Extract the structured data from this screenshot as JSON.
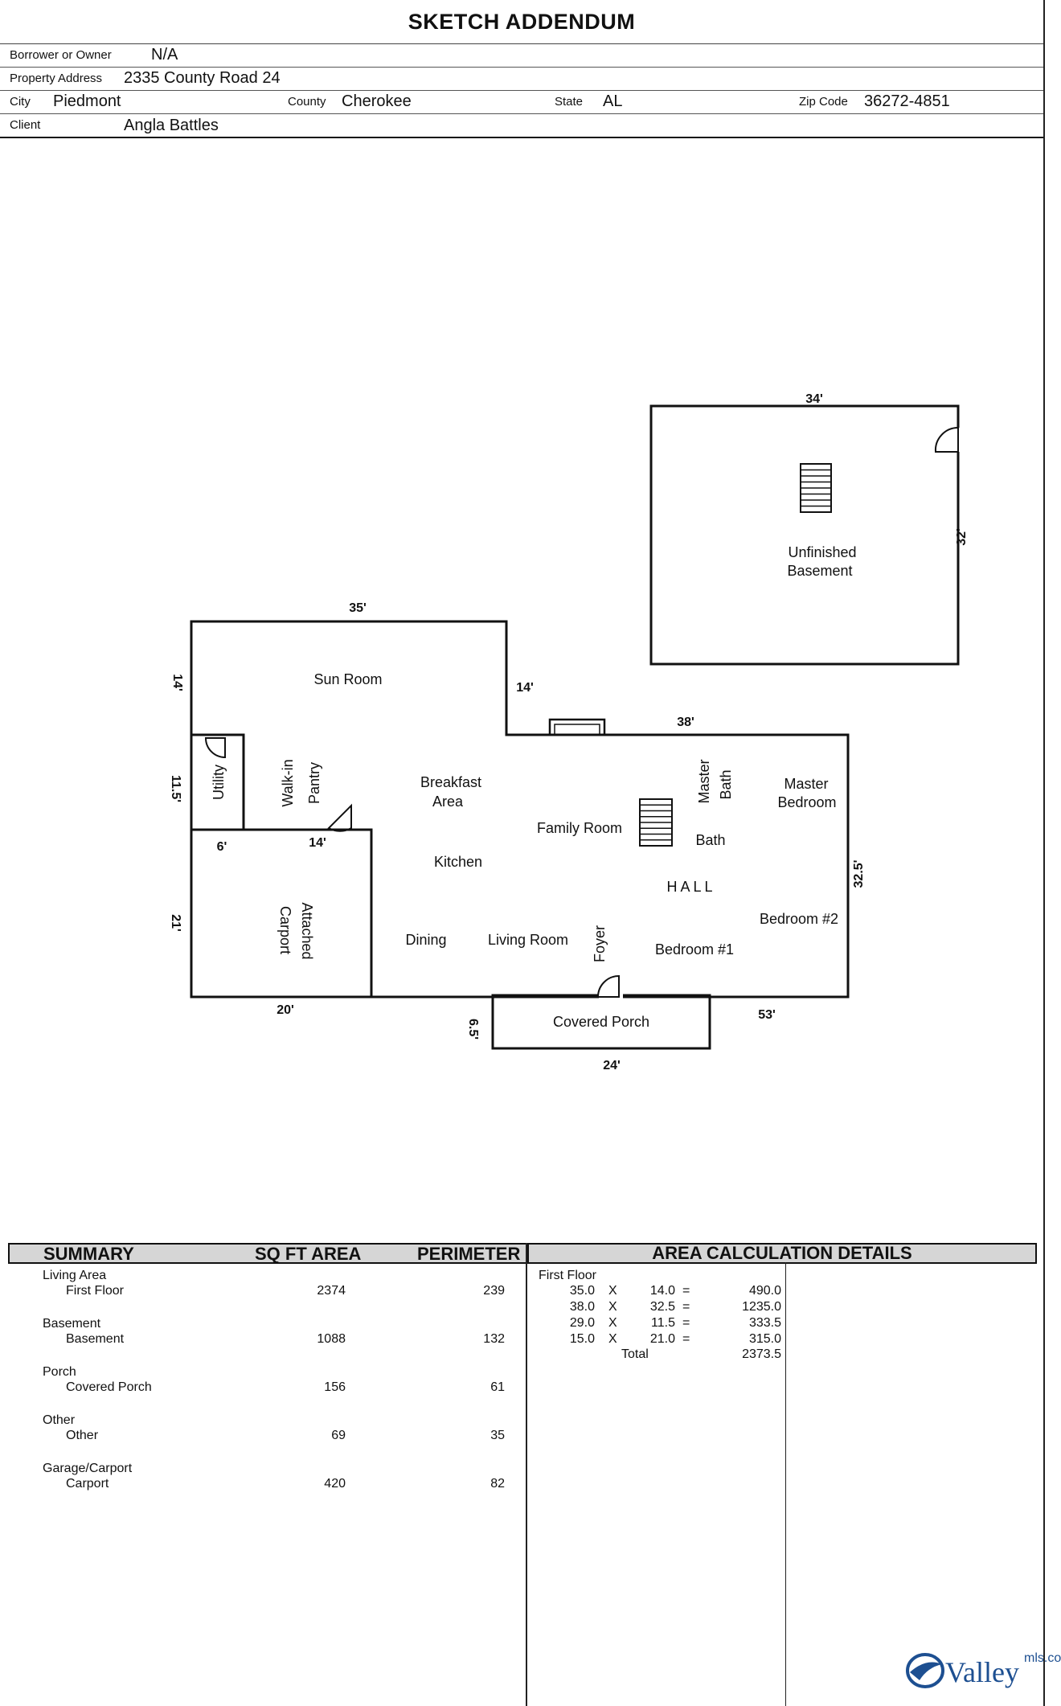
{
  "header": {
    "title": "SKETCH ADDENDUM",
    "borrower_label": "Borrower or Owner",
    "borrower": "N/A",
    "property_address_label": "Property Address",
    "property_address": "2335 County Road 24",
    "city_label": "City",
    "city": "Piedmont",
    "county_label": "County",
    "county": "Cherokee",
    "state_label": "State",
    "state": "AL",
    "zip_label": "Zip Code",
    "zip": "36272-4851",
    "client_label": "Client",
    "client": "Angla Battles"
  },
  "sketch": {
    "rooms": {
      "unfinished": "Unfinished",
      "basement": "Basement",
      "sun_room": "Sun Room",
      "utility": "Utility",
      "walk_in": "Walk-in",
      "pantry": "Pantry",
      "breakfast": "Breakfast",
      "area": "Area",
      "family_room": "Family Room",
      "master_bath_1": "Master",
      "master_bath_2": "Bath",
      "master_bed_1": "Master",
      "master_bed_2": "Bedroom",
      "bath": "Bath",
      "kitchen": "Kitchen",
      "hall": "HALL",
      "attached": "Attached",
      "carport": "Carport",
      "bedroom2": "Bedroom #2",
      "dining": "Dining",
      "living_room": "Living Room",
      "foyer": "Foyer",
      "bedroom1": "Bedroom #1",
      "covered_porch": "Covered Porch"
    },
    "dims": {
      "d34": "34'",
      "d32": "32'",
      "d35": "35'",
      "d14a": "14'",
      "d14b": "14'",
      "d38": "38'",
      "d11_5": "11.5'",
      "d6": "6'",
      "d14c": "14'",
      "d32_5": "32.5'",
      "d21": "21'",
      "d20": "20'",
      "d6_5": "6.5'",
      "d53": "53'",
      "d24": "24'"
    }
  },
  "summary": {
    "headers": {
      "summary": "SUMMARY",
      "area": "SQ FT AREA",
      "perimeter": "PERIMETER",
      "details": "AREA CALCULATION DETAILS"
    },
    "groups": [
      {
        "group": "Living Area",
        "item": "First Floor",
        "area": "2374",
        "perimeter": "239"
      },
      {
        "group": "Basement",
        "item": "Basement",
        "area": "1088",
        "perimeter": "132"
      },
      {
        "group": "Porch",
        "item": "Covered Porch",
        "area": "156",
        "perimeter": "61"
      },
      {
        "group": "Other",
        "item": "Other",
        "area": "69",
        "perimeter": "35"
      },
      {
        "group": "Garage/Carport",
        "item": "Carport",
        "area": "420",
        "perimeter": "82"
      }
    ],
    "details": {
      "section": "First Floor",
      "rows": [
        {
          "a": "35.0",
          "x": "X",
          "b": "14.0",
          "eq": "=",
          "r": "490.0"
        },
        {
          "a": "38.0",
          "x": "X",
          "b": "32.5",
          "eq": "=",
          "r": "1235.0"
        },
        {
          "a": "29.0",
          "x": "X",
          "b": "11.5",
          "eq": "=",
          "r": "333.5"
        },
        {
          "a": "15.0",
          "x": "X",
          "b": "21.0",
          "eq": "=",
          "r": "315.0"
        }
      ],
      "total_label": "Total",
      "total": "2373.5"
    }
  },
  "logo": {
    "name": "Valley",
    "suffix": "mls.com",
    "color": "#1d4f91"
  }
}
